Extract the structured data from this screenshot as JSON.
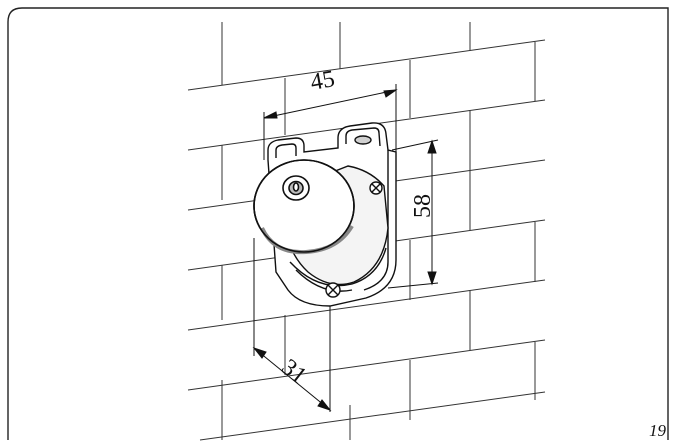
{
  "dimensions": {
    "width": "45",
    "height": "58",
    "depth": "31"
  },
  "page_number": "19",
  "colors": {
    "line": "#111111",
    "device_body": "#ffffff",
    "device_shading": "#bdbdbd",
    "wall_line": "#333333"
  }
}
